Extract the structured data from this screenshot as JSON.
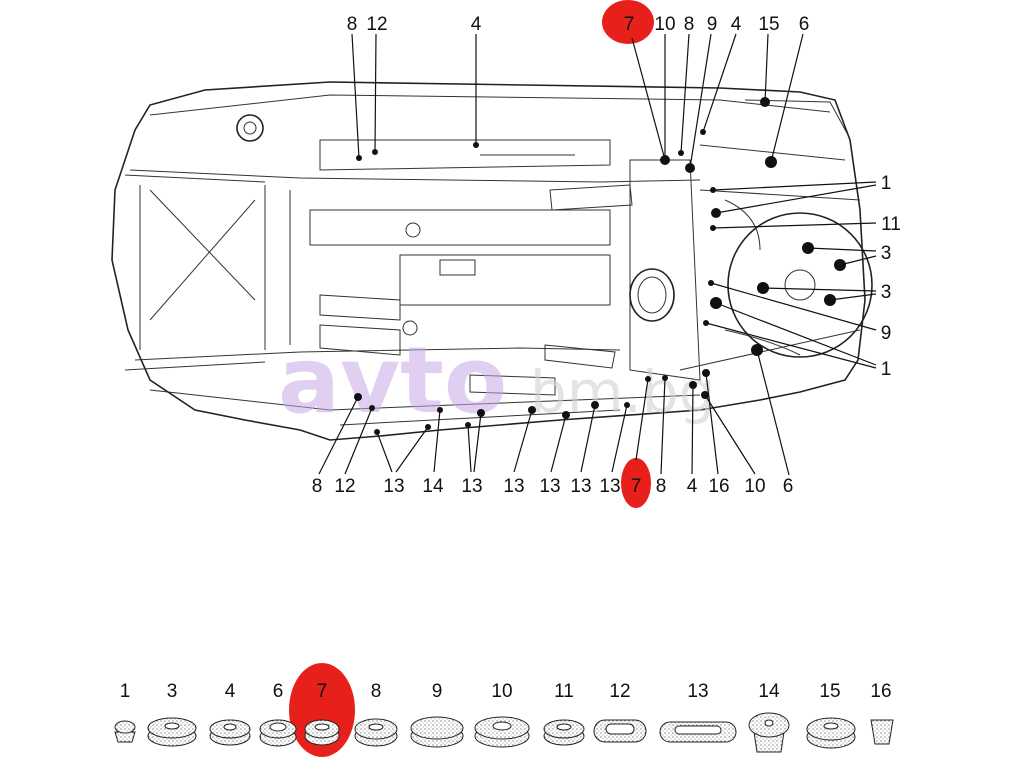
{
  "highlight_color": "#e8201c",
  "watermark": {
    "text_main": "avto",
    "text_site": "bm.bg"
  },
  "top_labels": [
    "8",
    "12",
    "4",
    "7",
    "10",
    "8",
    "9",
    "4",
    "15",
    "6"
  ],
  "right_labels": [
    "1",
    "11",
    "3",
    "3",
    "9",
    "1"
  ],
  "bottom_labels": [
    "8",
    "12",
    "13",
    "14",
    "13",
    "13",
    "13",
    "13",
    "13",
    "7",
    "8",
    "4",
    "16",
    "10",
    "6"
  ],
  "parts": [
    {
      "id": "1",
      "label": "1"
    },
    {
      "id": "3",
      "label": "3"
    },
    {
      "id": "4",
      "label": "4"
    },
    {
      "id": "6",
      "label": "6"
    },
    {
      "id": "7",
      "label": "7",
      "highlighted": true
    },
    {
      "id": "8",
      "label": "8"
    },
    {
      "id": "9",
      "label": "9"
    },
    {
      "id": "10",
      "label": "10"
    },
    {
      "id": "11",
      "label": "11"
    },
    {
      "id": "12",
      "label": "12"
    },
    {
      "id": "13",
      "label": "13"
    },
    {
      "id": "14",
      "label": "14"
    },
    {
      "id": "15",
      "label": "15"
    },
    {
      "id": "16",
      "label": "16"
    }
  ]
}
